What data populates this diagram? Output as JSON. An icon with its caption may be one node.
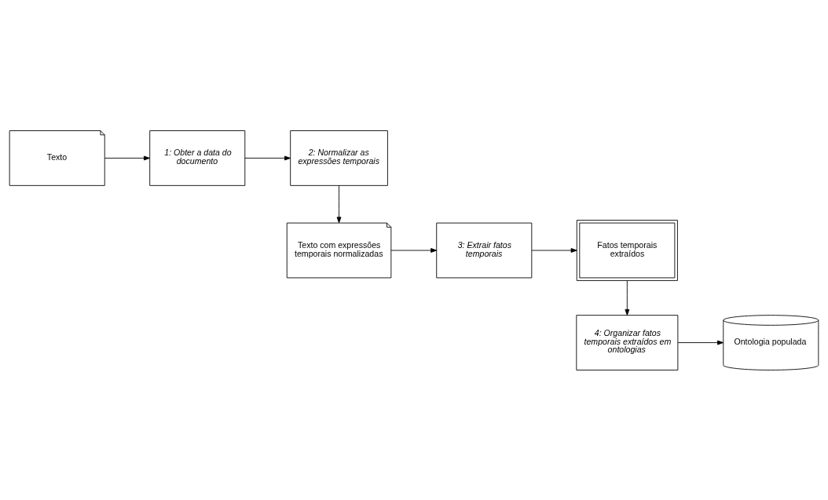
{
  "diagram": {
    "nodes": [
      {
        "text": [
          "Texto"
        ]
      },
      {
        "text": [
          "1: Obter a data do documento"
        ]
      },
      {
        "text": [
          "2: Normalizar as expressões temporais"
        ]
      },
      {
        "text": [
          "Texto com expressões temporais normalizadas"
        ]
      },
      {
        "text": [
          "3: Extrair fatos temporais"
        ]
      },
      {
        "text": [
          "Fatos temporais extraídos"
        ]
      },
      {
        "text": [
          "4: Organizar fatos temporais extraídos em ontologias"
        ]
      },
      {
        "text": [
          "Ontologia populada"
        ]
      }
    ],
    "edges": [
      {
        "from": 0,
        "to": 1,
        "arrow": "to"
      },
      {
        "from": 1,
        "to": 2,
        "arrow": "to"
      },
      {
        "from": 2,
        "to": 3,
        "arrow": "to"
      },
      {
        "from": 3,
        "to": 4,
        "arrow": "to"
      },
      {
        "from": 4,
        "to": 5,
        "arrow": "to"
      },
      {
        "from": 5,
        "to": 6,
        "arrow": "to"
      },
      {
        "from": 6,
        "to": 7,
        "arrow": "to"
      }
    ]
  }
}
